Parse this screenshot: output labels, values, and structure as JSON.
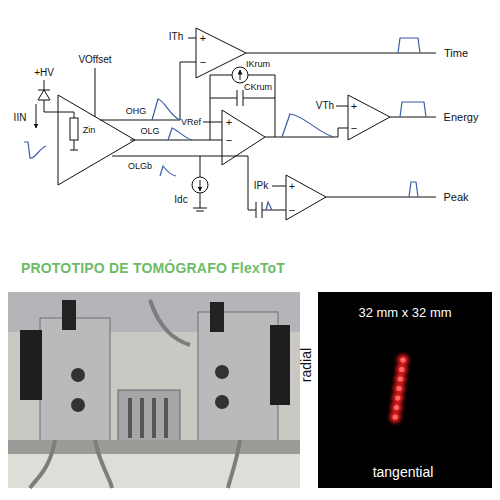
{
  "diagram": {
    "title": "PROTOTIPO DE TOMÓGRAFO FlexToT",
    "labels": [
      "+HV",
      "VOffset",
      "IIN",
      "Zin",
      "OHG",
      "OLG",
      "OLGb",
      "ITh",
      "+",
      "−",
      "IKrum",
      "CKrum",
      "VRef",
      "+",
      "−",
      "VTh",
      "+",
      "−",
      "Time",
      "Energy",
      "Peak",
      "Idc",
      "IPk",
      "+",
      "−",
      "32 mm x 32 mm",
      "radial",
      "tangential"
    ]
  }
}
